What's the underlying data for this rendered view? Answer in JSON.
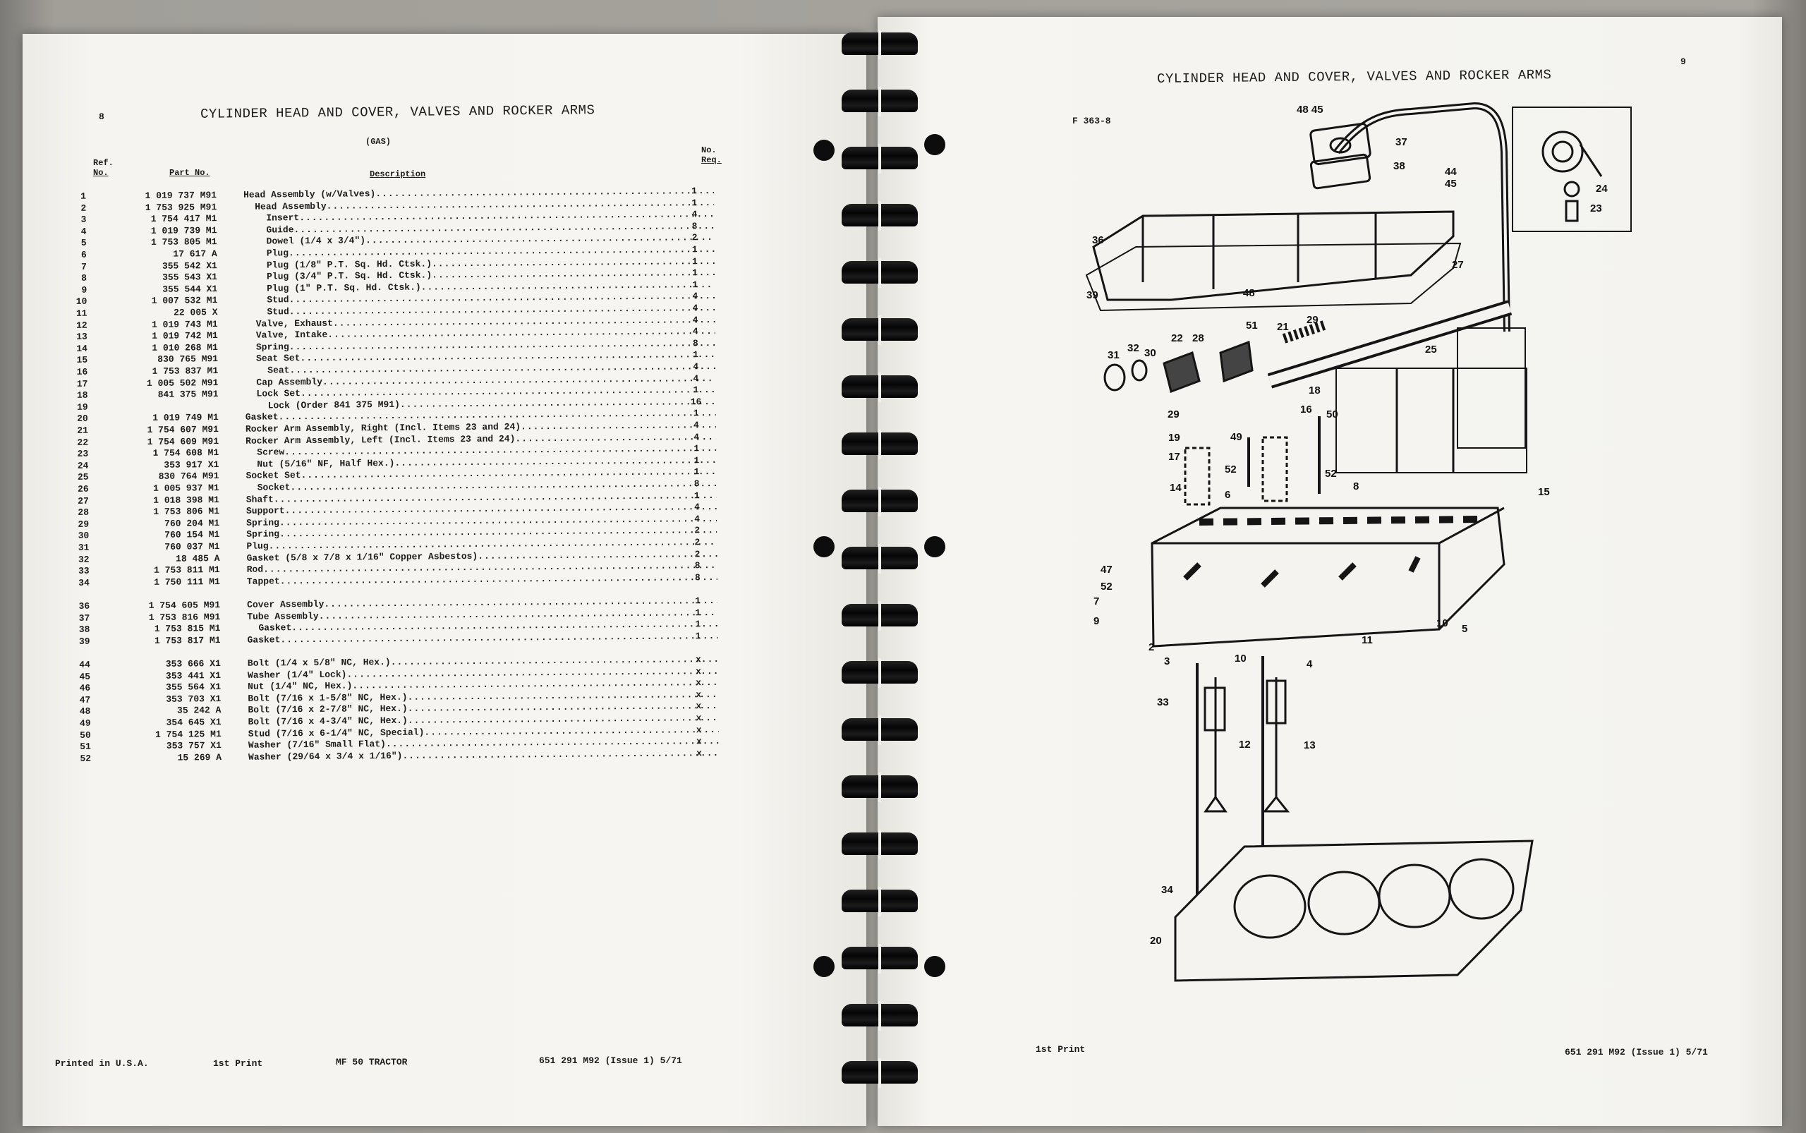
{
  "left_page": {
    "page_number": "8",
    "title": "CYLINDER HEAD AND COVER, VALVES AND ROCKER ARMS",
    "subtitle": "(GAS)",
    "headers": {
      "ref_line1": "Ref.",
      "ref_line2": "No.",
      "part_no": "Part No.",
      "description": "Description",
      "qty_line1": "No.",
      "qty_line2": "Req."
    },
    "rows": [
      {
        "ref": "1",
        "part": "1 019 737 M91",
        "desc": "Head Assembly (w/Valves)",
        "indent": 0,
        "qty": "1"
      },
      {
        "ref": "2",
        "part": "1 753 925 M91",
        "desc": "Head Assembly",
        "indent": 1,
        "qty": "1"
      },
      {
        "ref": "3",
        "part": "1 754 417 M1",
        "desc": "Insert",
        "indent": 2,
        "qty": "4"
      },
      {
        "ref": "4",
        "part": "1 019 739 M1",
        "desc": "Guide",
        "indent": 2,
        "qty": "8"
      },
      {
        "ref": "5",
        "part": "1 753 805 M1",
        "desc": "Dowel (1/4 x 3/4\")",
        "indent": 2,
        "qty": "2"
      },
      {
        "ref": "6",
        "part": "17 617 A",
        "desc": "Plug",
        "indent": 2,
        "qty": "1"
      },
      {
        "ref": "7",
        "part": "355 542 X1",
        "desc": "Plug (1/8\" P.T. Sq. Hd. Ctsk.)",
        "indent": 2,
        "qty": "1"
      },
      {
        "ref": "8",
        "part": "355 543 X1",
        "desc": "Plug (3/4\" P.T. Sq. Hd. Ctsk.)",
        "indent": 2,
        "qty": "1"
      },
      {
        "ref": "9",
        "part": "355 544 X1",
        "desc": "Plug (1\" P.T. Sq. Hd. Ctsk.)",
        "indent": 2,
        "qty": "1"
      },
      {
        "ref": "10",
        "part": "1 007 532 M1",
        "desc": "Stud",
        "indent": 2,
        "qty": "4"
      },
      {
        "ref": "11",
        "part": "22 005 X",
        "desc": "Stud",
        "indent": 2,
        "qty": "4"
      },
      {
        "ref": "12",
        "part": "1 019 743 M1",
        "desc": "Valve, Exhaust",
        "indent": 1,
        "qty": "4"
      },
      {
        "ref": "13",
        "part": "1 019 742 M1",
        "desc": "Valve, Intake",
        "indent": 1,
        "qty": "4"
      },
      {
        "ref": "14",
        "part": "1 010 268 M1",
        "desc": "Spring",
        "indent": 1,
        "qty": "8"
      },
      {
        "ref": "15",
        "part": "830 765 M91",
        "desc": "Seat Set",
        "indent": 1,
        "qty": "1"
      },
      {
        "ref": "16",
        "part": "1 753 837 M1",
        "desc": "Seat",
        "indent": 2,
        "qty": "4"
      },
      {
        "ref": "17",
        "part": "1 005 502 M91",
        "desc": "Cap Assembly",
        "indent": 1,
        "qty": "4"
      },
      {
        "ref": "18",
        "part": "841 375 M91",
        "desc": "Lock Set",
        "indent": 1,
        "qty": "1"
      },
      {
        "ref": "19",
        "part": "",
        "desc": "Lock (Order 841 375 M91)",
        "indent": 2,
        "qty": "16"
      },
      {
        "ref": "20",
        "part": "1 019 749 M1",
        "desc": "Gasket",
        "indent": 0,
        "qty": "1"
      },
      {
        "ref": "21",
        "part": "1 754 607 M91",
        "desc": "Rocker Arm Assembly, Right (Incl. Items 23 and 24)",
        "indent": 0,
        "qty": "4"
      },
      {
        "ref": "22",
        "part": "1 754 609 M91",
        "desc": "Rocker Arm Assembly, Left (Incl. Items 23 and 24)",
        "indent": 0,
        "qty": "4"
      },
      {
        "ref": "23",
        "part": "1 754 608 M1",
        "desc": "Screw",
        "indent": 1,
        "qty": "1"
      },
      {
        "ref": "24",
        "part": "353 917 X1",
        "desc": "Nut (5/16\" NF, Half Hex.)",
        "indent": 1,
        "qty": "1"
      },
      {
        "ref": "25",
        "part": "830 764 M91",
        "desc": "Socket Set",
        "indent": 0,
        "qty": "1"
      },
      {
        "ref": "26",
        "part": "1 005 937 M1",
        "desc": "Socket",
        "indent": 1,
        "qty": "8"
      },
      {
        "ref": "27",
        "part": "1 018 398 M1",
        "desc": "Shaft",
        "indent": 0,
        "qty": "1"
      },
      {
        "ref": "28",
        "part": "1 753 806 M1",
        "desc": "Support",
        "indent": 0,
        "qty": "4"
      },
      {
        "ref": "29",
        "part": "760 204 M1",
        "desc": "Spring",
        "indent": 0,
        "qty": "4"
      },
      {
        "ref": "30",
        "part": "760 154 M1",
        "desc": "Spring",
        "indent": 0,
        "qty": "2"
      },
      {
        "ref": "31",
        "part": "760 037 M1",
        "desc": "Plug",
        "indent": 0,
        "qty": "2"
      },
      {
        "ref": "32",
        "part": "18 485 A",
        "desc": "Gasket (5/8 x 7/8 x 1/16\" Copper Asbestos)",
        "indent": 0,
        "qty": "2"
      },
      {
        "ref": "33",
        "part": "1 753 811 M1",
        "desc": "Rod",
        "indent": 0,
        "qty": "8"
      },
      {
        "ref": "34",
        "part": "1 750 111 M1",
        "desc": "Tappet",
        "indent": 0,
        "qty": "8"
      },
      {
        "ref": "36",
        "part": "1 754 605 M91",
        "desc": "Cover Assembly",
        "indent": 0,
        "qty": "1"
      },
      {
        "ref": "37",
        "part": "1 753 816 M91",
        "desc": "Tube Assembly",
        "indent": 0,
        "qty": "1"
      },
      {
        "ref": "38",
        "part": "1 753 815 M1",
        "desc": "Gasket",
        "indent": 1,
        "qty": "1"
      },
      {
        "ref": "39",
        "part": "1 753 817 M1",
        "desc": "Gasket",
        "indent": 0,
        "qty": "1"
      },
      {
        "ref": "44",
        "part": "353 666 X1",
        "desc": "Bolt (1/4 x 5/8\" NC, Hex.)",
        "indent": 0,
        "qty": "x"
      },
      {
        "ref": "45",
        "part": "353 441 X1",
        "desc": "Washer (1/4\" Lock)",
        "indent": 0,
        "qty": "x"
      },
      {
        "ref": "46",
        "part": "355 564 X1",
        "desc": "Nut (1/4\" NC, Hex.)",
        "indent": 0,
        "qty": "x"
      },
      {
        "ref": "47",
        "part": "353 703 X1",
        "desc": "Bolt (7/16 x 1-5/8\" NC, Hex.)",
        "indent": 0,
        "qty": "x"
      },
      {
        "ref": "48",
        "part": "35 242 A",
        "desc": "Bolt (7/16 x 2-7/8\" NC, Hex.)",
        "indent": 0,
        "qty": "x"
      },
      {
        "ref": "49",
        "part": "354 645 X1",
        "desc": "Bolt (7/16 x 4-3/4\" NC, Hex.)",
        "indent": 0,
        "qty": "x"
      },
      {
        "ref": "50",
        "part": "1 754 125 M1",
        "desc": "Stud (7/16 x 6-1/4\" NC, Special)",
        "indent": 0,
        "qty": "x"
      },
      {
        "ref": "51",
        "part": "353 757 X1",
        "desc": "Washer (7/16\" Small Flat)",
        "indent": 0,
        "qty": "x"
      },
      {
        "ref": "52",
        "part": "15 269 A",
        "desc": "Washer (29/64 x 3/4 x 1/16\")",
        "indent": 0,
        "qty": "x"
      }
    ],
    "footer": {
      "printed": "Printed in U.S.A.",
      "print": "1st Print",
      "model": "MF 50 TRACTOR",
      "doc": "651 291 M92 (Issue 1) 5/71"
    }
  },
  "right_page": {
    "page_number": "9",
    "title": "CYLINDER HEAD AND COVER, VALVES AND ROCKER ARMS",
    "figure_id": "F 363-8",
    "callouts": [
      "48 45",
      "37",
      "38",
      "44",
      "45",
      "24",
      "23",
      "36",
      "27",
      "39",
      "48",
      "51",
      "21",
      "29",
      "31",
      "32",
      "30",
      "22",
      "28",
      "25",
      "18",
      "16",
      "50",
      "29",
      "19",
      "49",
      "17",
      "52",
      "52",
      "8",
      "14",
      "6",
      "15",
      "47",
      "52",
      "7",
      "9",
      "2",
      "10",
      "5",
      "11",
      "10",
      "3",
      "4",
      "33",
      "12",
      "13",
      "34",
      "20"
    ],
    "footer": {
      "print": "1st Print",
      "doc": "651 291 M92 (Issue 1) 5/71"
    }
  },
  "colors": {
    "paper": "#f4f3ef",
    "ink": "#1c1c1c",
    "binding": "#0a0a0a"
  }
}
